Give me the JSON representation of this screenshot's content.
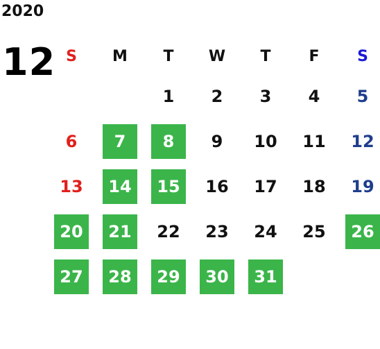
{
  "year": "2020",
  "month": "12",
  "weekdays": [
    {
      "label": "S",
      "kind": "sun"
    },
    {
      "label": "M",
      "kind": ""
    },
    {
      "label": "T",
      "kind": ""
    },
    {
      "label": "W",
      "kind": ""
    },
    {
      "label": "T",
      "kind": ""
    },
    {
      "label": "F",
      "kind": ""
    },
    {
      "label": "S",
      "kind": "sat"
    }
  ],
  "colors": {
    "highlight": "#3bb54a",
    "sunday": "#e0201c",
    "saturday": "#1f3e8c",
    "saturday_header": "#1a1ad8"
  },
  "leading_blanks": 2,
  "days": [
    {
      "d": "1",
      "hl": false
    },
    {
      "d": "5",
      "hl": false
    },
    {
      "d": "2",
      "hl": false
    },
    {
      "d": "3",
      "hl": false
    },
    {
      "d": "4",
      "hl": false
    }
  ]
}
